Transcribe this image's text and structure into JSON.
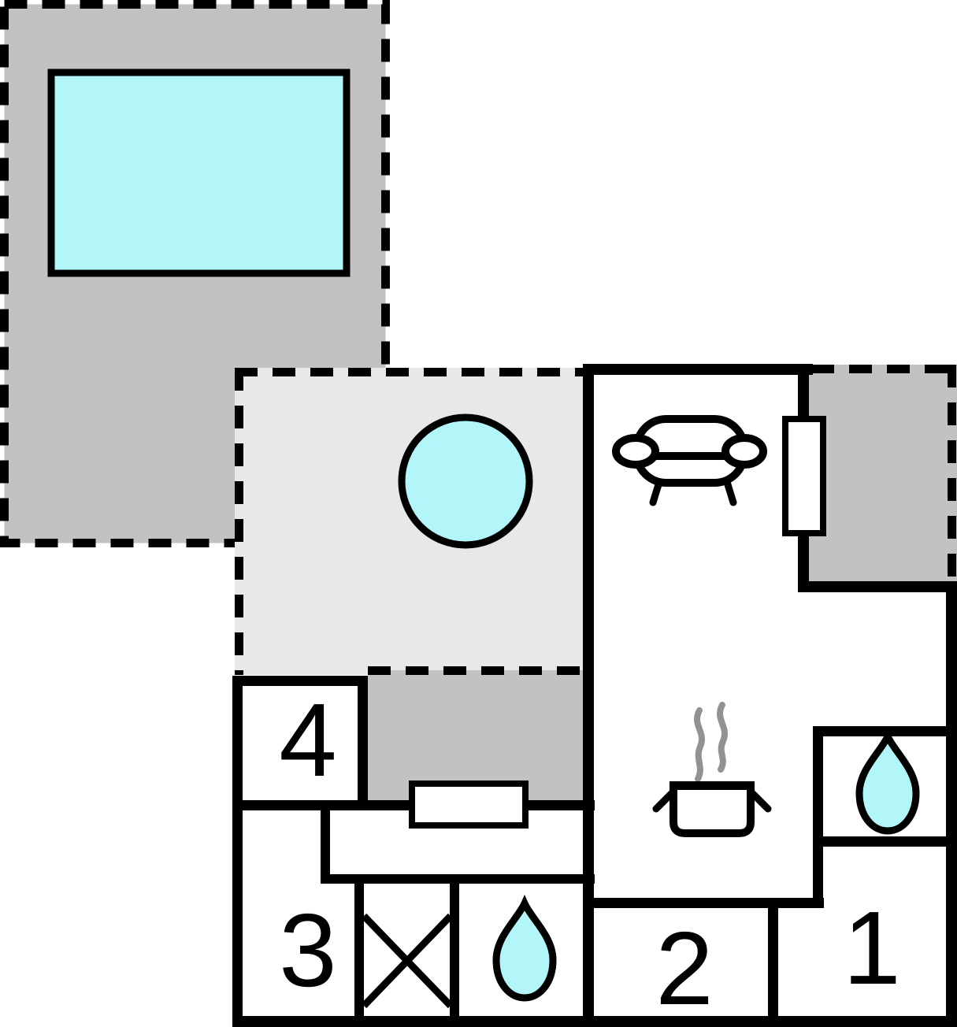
{
  "plan": {
    "type": "holiday-home floor plan",
    "rooms": [
      {
        "number": "4"
      },
      {
        "number": "3"
      },
      {
        "number": "2"
      },
      {
        "number": "1"
      }
    ],
    "icons": {
      "pool": "swimming-pool-icon",
      "hot_tub": "hot-tub-icon",
      "sofa": "sofa-icon",
      "stove": "cooking-pot-icon",
      "steam": "steam-icon",
      "water_drop_bath_right": "water-drop-icon",
      "water_drop_bath_bottom": "water-drop-icon",
      "crossed_box": "crossed-box-icon",
      "window": "window-opening",
      "balcony_door": "door-opening"
    },
    "colors": {
      "wall": "#000000",
      "plot": "#c2c2c2",
      "terrace": "#e8e8e8",
      "water": "#b2f6fa",
      "steam": "#929292",
      "floor": "#ffffff"
    }
  }
}
